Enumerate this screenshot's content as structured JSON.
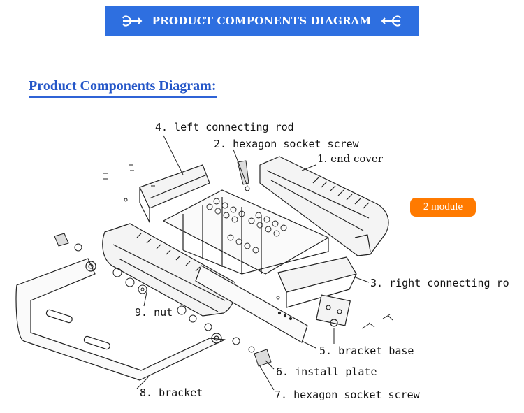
{
  "header": {
    "title": "PRODUCT COMPONENTS DIAGRAM"
  },
  "subtitle": "Product Components Diagram:",
  "badge": "2 module",
  "labels": {
    "left_connecting_rod": "4. left connecting rod",
    "hexagon_socket_screw_top": "2. hexagon socket screw",
    "end_cover": "1. end cover",
    "right_connecting_rod": "3. right connecting ro",
    "nut": "9. nut",
    "bracket_base": "5. bracket base",
    "install_plate": "6. install plate",
    "bracket": "8. bracket",
    "hexagon_socket_screw_bottom": "7. hexagon socket screw"
  },
  "colors": {
    "banner": "#2e6fe0",
    "subtitle": "#2456c8",
    "badge": "#ff7a00"
  }
}
